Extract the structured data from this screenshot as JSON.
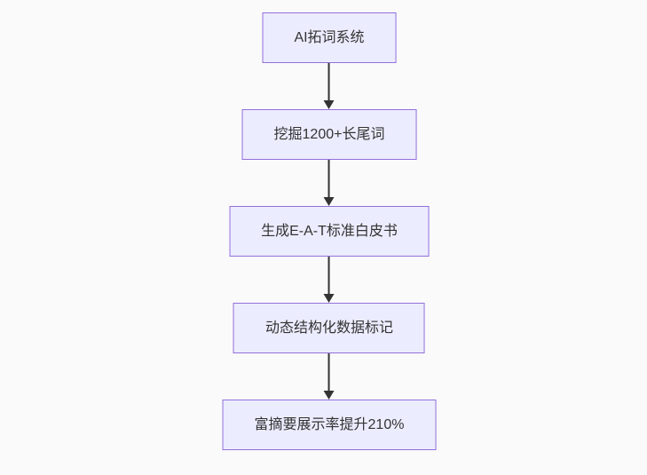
{
  "page": {
    "background_color": "#fafafa"
  },
  "flowchart": {
    "type": "top-down-flow",
    "node_fill_color": "#ECECFF",
    "node_border_color": "#9370DB",
    "node_text_color": "#333333",
    "arrow_color": "#333333",
    "nodes": [
      {
        "id": "node-1",
        "label": "AI拓词系统"
      },
      {
        "id": "node-2",
        "label": "挖掘1200+长尾词"
      },
      {
        "id": "node-3",
        "label": "生成E-A-T标准白皮书"
      },
      {
        "id": "node-4",
        "label": "动态结构化数据标记"
      },
      {
        "id": "node-5",
        "label": "富摘要展示率提升210%"
      }
    ],
    "edges": [
      {
        "from": "node-1",
        "to": "node-2"
      },
      {
        "from": "node-2",
        "to": "node-3"
      },
      {
        "from": "node-3",
        "to": "node-4"
      },
      {
        "from": "node-4",
        "to": "node-5"
      }
    ]
  }
}
